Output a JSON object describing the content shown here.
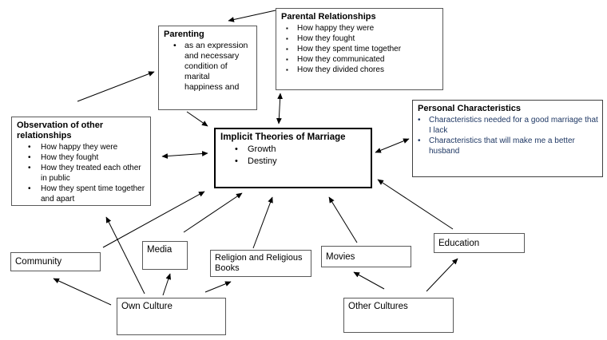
{
  "nodes": {
    "center": {
      "title": "Implicit Theories of Marriage",
      "bullets": [
        "Growth",
        "Destiny"
      ]
    },
    "parenting": {
      "title": "Parenting",
      "bullets": [
        "as an expression and necessary condition of marital happiness and"
      ]
    },
    "parental_relationships": {
      "title": "Parental Relationships",
      "bullets": [
        "How happy they were",
        "How they fought",
        "How they spent time together",
        "How they communicated",
        "How they divided chores"
      ]
    },
    "personal_characteristics": {
      "title": "Personal Characteristics",
      "bullets": [
        "Characteristics needed for a good marriage that I lack",
        "Characteristics that will make me a better husband"
      ]
    },
    "observation": {
      "title": "Observation of other relationships",
      "bullets": [
        "How happy they were",
        "How they fought",
        "How they treated each other in public",
        "How they spent time together and apart"
      ]
    },
    "community": {
      "label": "Community"
    },
    "media": {
      "label": "Media"
    },
    "religion": {
      "label": "Religion and Religious Books"
    },
    "movies": {
      "label": "Movies"
    },
    "education": {
      "label": "Education"
    },
    "own_culture": {
      "label": "Own Culture"
    },
    "other_cultures": {
      "label": "Other Cultures"
    }
  },
  "edges": [
    {
      "from": "parental_relationships",
      "to": "parenting",
      "direction": "one-way"
    },
    {
      "from": "parenting",
      "to": "center",
      "direction": "one-way"
    },
    {
      "from": "parental_relationships",
      "to": "center",
      "direction": "two-way"
    },
    {
      "from": "observation",
      "to": "center",
      "direction": "two-way"
    },
    {
      "from": "center",
      "to": "personal_characteristics",
      "direction": "two-way"
    },
    {
      "from": "observation",
      "to": "parenting",
      "direction": "one-way"
    },
    {
      "from": "education",
      "to": "center",
      "direction": "one-way"
    },
    {
      "from": "movies",
      "to": "center",
      "direction": "one-way"
    },
    {
      "from": "religion",
      "to": "center",
      "direction": "one-way"
    },
    {
      "from": "media",
      "to": "center",
      "direction": "one-way"
    },
    {
      "from": "community",
      "to": "center",
      "direction": "one-way"
    },
    {
      "from": "own_culture",
      "to": "observation",
      "direction": "one-way"
    },
    {
      "from": "own_culture",
      "to": "community",
      "direction": "one-way"
    },
    {
      "from": "own_culture",
      "to": "media",
      "direction": "one-way"
    },
    {
      "from": "own_culture",
      "to": "religion",
      "direction": "one-way"
    },
    {
      "from": "other_cultures",
      "to": "movies",
      "direction": "one-way"
    },
    {
      "from": "other_cultures",
      "to": "education",
      "direction": "one-way"
    }
  ],
  "colors": {
    "background": "#ffffff",
    "box_border": "#595959",
    "center_box_border": "#000000",
    "text": "#000000",
    "personal_bullets_text": "#1f3864",
    "arrow": "#000000"
  }
}
